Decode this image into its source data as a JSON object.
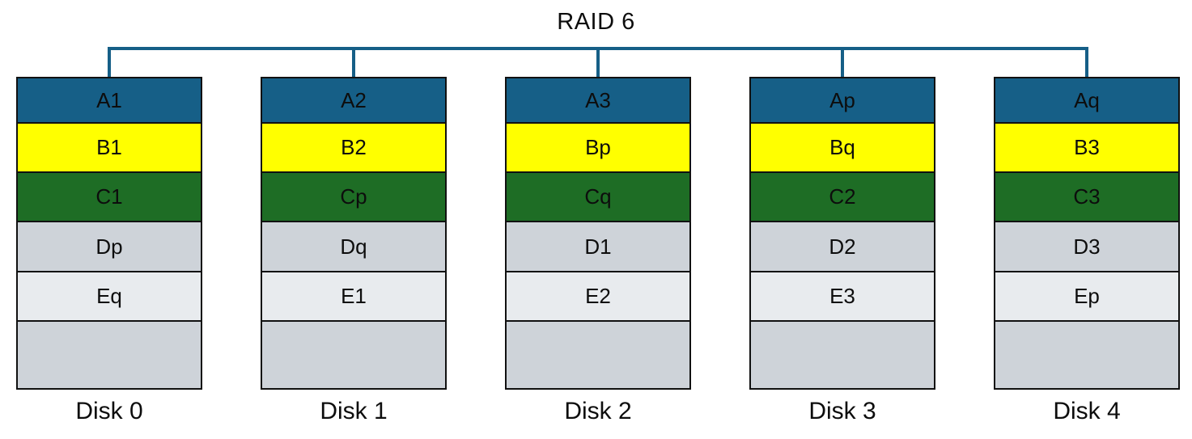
{
  "title": "RAID 6",
  "colors": {
    "connector": "#165f87",
    "row_a": "#165f87",
    "row_b": "#ffff00",
    "row_c": "#1e6d25",
    "row_d": "#ced3d9",
    "row_e": "#e8ebee",
    "row_empty": "#ced3d9",
    "border": "#111111",
    "text": "#0d0d0d"
  },
  "disks": [
    {
      "name": "Disk 0",
      "blocks": [
        "A1",
        "B1",
        "C1",
        "Dp",
        "Eq",
        ""
      ]
    },
    {
      "name": "Disk 1",
      "blocks": [
        "A2",
        "B2",
        "Cp",
        "Dq",
        "E1",
        ""
      ]
    },
    {
      "name": "Disk 2",
      "blocks": [
        "A3",
        "Bp",
        "Cq",
        "D1",
        "E2",
        ""
      ]
    },
    {
      "name": "Disk 3",
      "blocks": [
        "Ap",
        "Bq",
        "C2",
        "D2",
        "E3",
        ""
      ]
    },
    {
      "name": "Disk 4",
      "blocks": [
        "Aq",
        "B3",
        "C3",
        "D3",
        "Ep",
        ""
      ]
    }
  ]
}
